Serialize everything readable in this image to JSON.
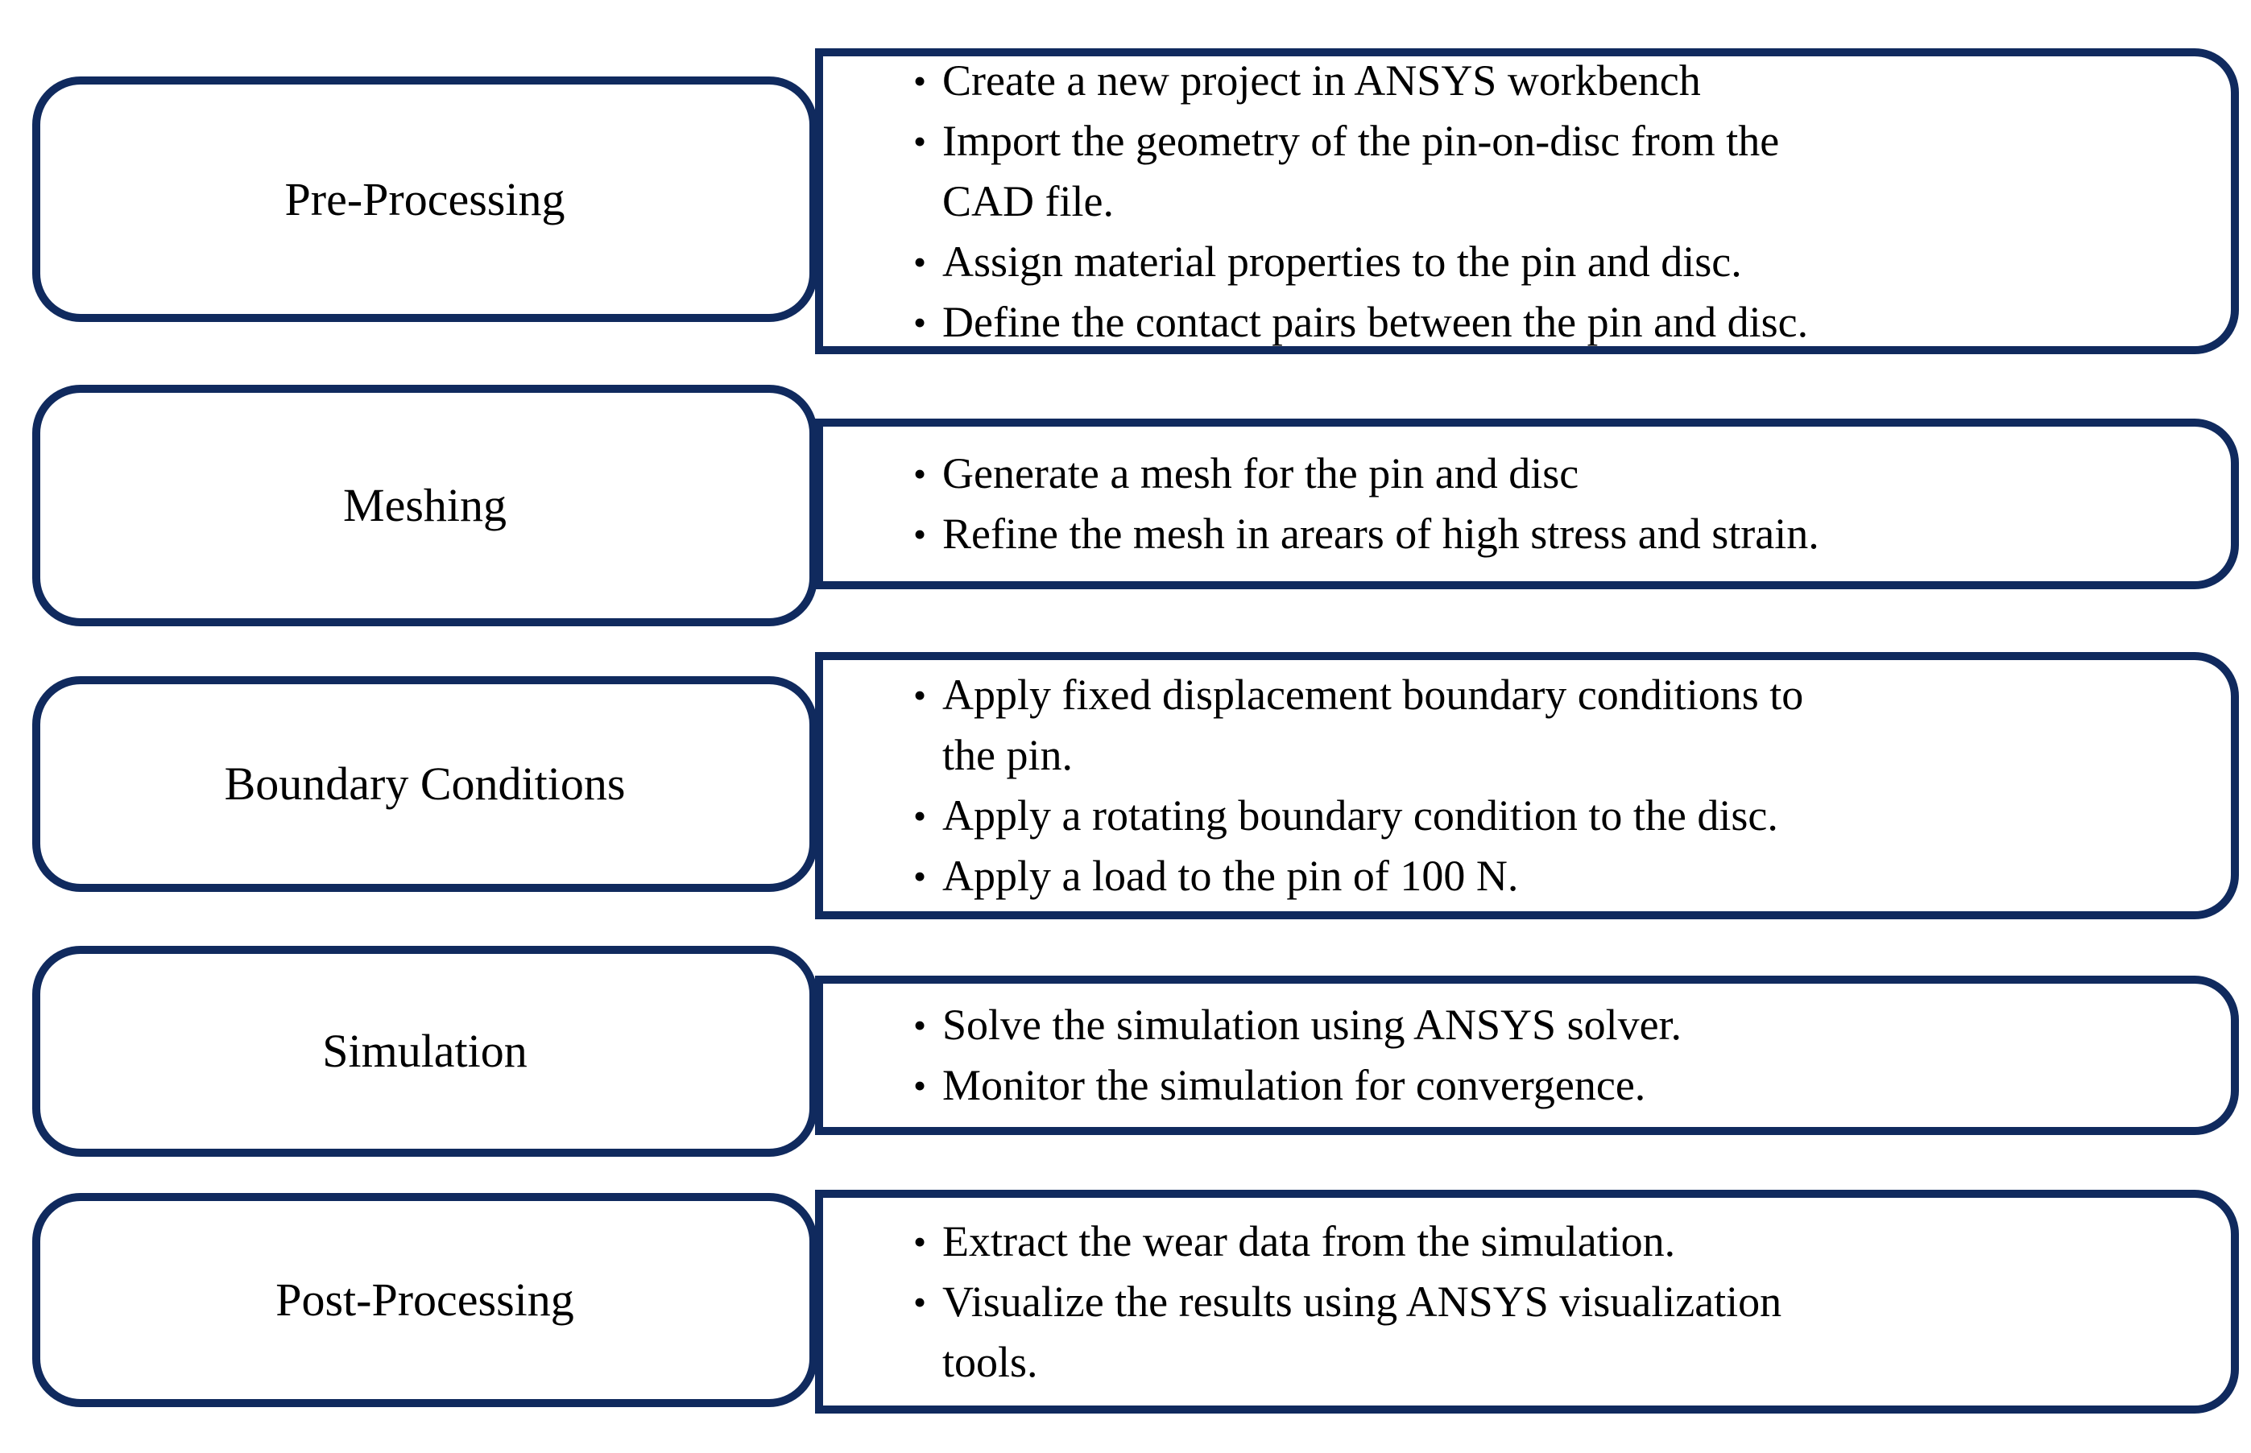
{
  "diagram": {
    "title_hint": "ANSYS pin-on-disc wear simulation workflow",
    "bullet_char": "•",
    "colors": {
      "border": "#102a5e",
      "text": "#000000",
      "background": "#ffffff"
    },
    "rows": [
      {
        "label": "Pre-Processing",
        "bullets": [
          "Create a new project in ANSYS workbench",
          "Import the geometry of the pin-on-disc from the\nCAD file.",
          "Assign material properties to the pin and disc.",
          "Define the contact pairs between the pin and disc."
        ]
      },
      {
        "label": "Meshing",
        "bullets": [
          "Generate a mesh for the pin and disc",
          "Refine the mesh in arears of high stress and strain."
        ]
      },
      {
        "label": "Boundary Conditions",
        "bullets": [
          "Apply fixed displacement boundary conditions to\nthe pin.",
          "Apply a rotating boundary condition to the disc.",
          "Apply a load to the pin of 100 N."
        ]
      },
      {
        "label": "Simulation",
        "bullets": [
          "Solve the simulation using ANSYS solver.",
          "Monitor the simulation for convergence."
        ]
      },
      {
        "label": "Post-Processing",
        "bullets": [
          "Extract the wear data from the simulation.",
          "Visualize the results using ANSYS visualization\ntools."
        ]
      }
    ]
  }
}
